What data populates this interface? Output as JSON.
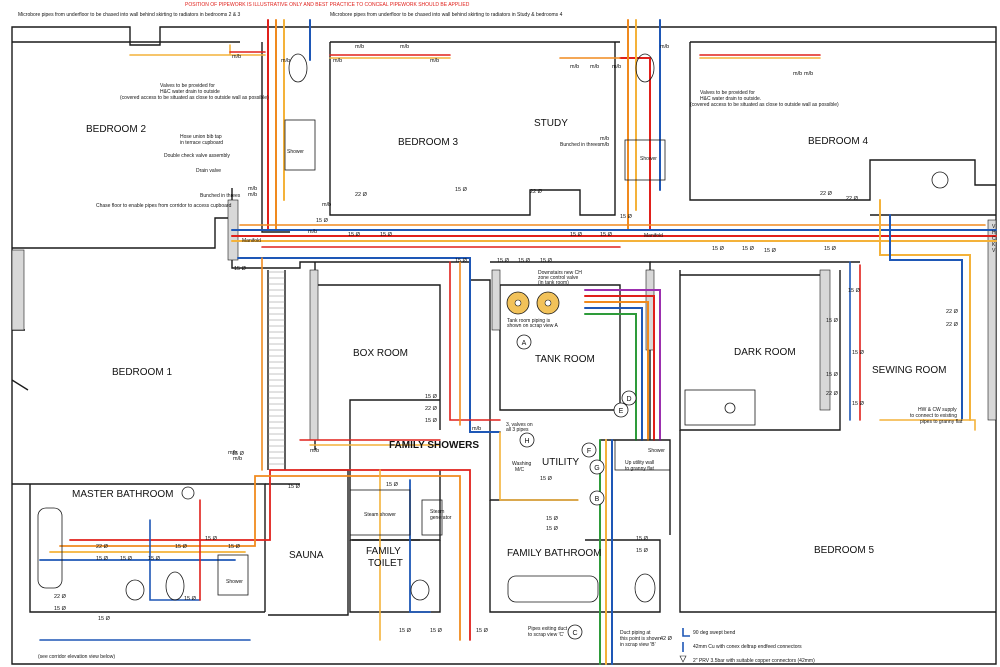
{
  "header": {
    "warning": "POSITION OF PIPEWORK IS ILLUSTRATIVE ONLY AND BEST PRACTICE TO CONCEAL PIPEWORK SHOULD BE APPLIED",
    "note_left": "Microbore pipes from underfloor to be chased into wall behind skirting to radiators in bedrooms 2 & 3",
    "note_right": "Microbore pipes from underfloor to be chased into wall behind skirting to radiators in Study & bedrooms 4"
  },
  "rooms": {
    "bedroom2": "BEDROOM 2",
    "bedroom3": "BEDROOM 3",
    "study": "STUDY",
    "bedroom4": "BEDROOM 4",
    "bedroom1": "BEDROOM  1",
    "box_room": "BOX ROOM",
    "tank_room": "TANK ROOM",
    "dark_room": "DARK ROOM",
    "sewing_room": "SEWING ROOM",
    "family_showers": "FAMILY SHOWERS",
    "utility": "UTILITY",
    "master_bathroom": "MASTER BATHROOM",
    "sauna": "SAUNA",
    "family_toilet_1": "FAMILY",
    "family_toilet_2": "TOILET",
    "family_bathroom": "FAMILY  BATHROOM",
    "bedroom5": "BEDROOM 5"
  },
  "notes": {
    "valves_left_1": "Valves to be provided for",
    "valves_left_2": "H&C water drain to outside",
    "valves_left_3": "(covered access to be situated as close to outside wall as possible)",
    "valves_right_1": "Valves to be provided for",
    "valves_right_2": "H&C water drain to outside.",
    "valves_right_3": "(covered access to be situated as close to outside wall as possible)",
    "hose_1": "Hose union bib tap",
    "hose_2": "in terrace cupboard",
    "double_check": "Double check valve assembly",
    "drain_valve": "Drain valve",
    "bunched_left": "Bunched in threes",
    "bunched_right": "Bunched in threes",
    "chase_floor": "Chase floor to enable pipes from corridor to access cupboard",
    "manifold_left": "Manifold",
    "manifold_right": "Manifold",
    "shower": "Shower",
    "downstairs_1": "Downstairs new CH",
    "downstairs_2": "zone control valve",
    "downstairs_3": "(in tank room)",
    "tank_piping_1": "Tank room piping is",
    "tank_piping_2": "shown on scrap view A",
    "valves_on_1": "3, valves on",
    "valves_on_2": "all 3 pipes",
    "washing_1": "Washing",
    "washing_2": "M/C",
    "up_utility_1": "Up utility wall",
    "up_utility_2": "to granny flat",
    "steam_shower": "Steam shower",
    "steam_gen_1": "Steam",
    "steam_gen_2": "generator",
    "hw_cw_1": "HW & CW supply",
    "hw_cw_2": "to connect to existing",
    "hw_cw_3": "pipes to granny flat",
    "pipes_exiting_1": "Pipes exiting duct",
    "pipes_exiting_2": "to scrap view 'C'",
    "duct_1": "Duct piping at",
    "duct_2": "this point is shown",
    "duct_3": "in scrap view 'B'",
    "corridor": "(see corridor elevation view below)"
  },
  "callouts": [
    "A",
    "B",
    "C",
    "D",
    "E",
    "F",
    "G",
    "H"
  ],
  "legend": {
    "item1": "90 deg swept bend",
    "item2": "42mm Cu with conex deltrap endfeed connectors",
    "item3": "2\" PRV 3.5bar with suitable copper connectors (42mm)"
  },
  "labels": {
    "mb": "m/b",
    "d15": "15 Ø",
    "d22": "22 Ø",
    "d42": "42 Ø",
    "tap_letters": [
      "V",
      "H",
      "C",
      "K",
      "V"
    ]
  },
  "colors": {
    "hot": "#e0201b",
    "hot_alt": "#f08a1e",
    "warm": "#f4b23a",
    "cold": "#1e57b6",
    "gas": "#9b2fae",
    "green": "#2e9b3a",
    "wall": "#1a1a1a",
    "wall_fill": "#d8d8d8"
  }
}
